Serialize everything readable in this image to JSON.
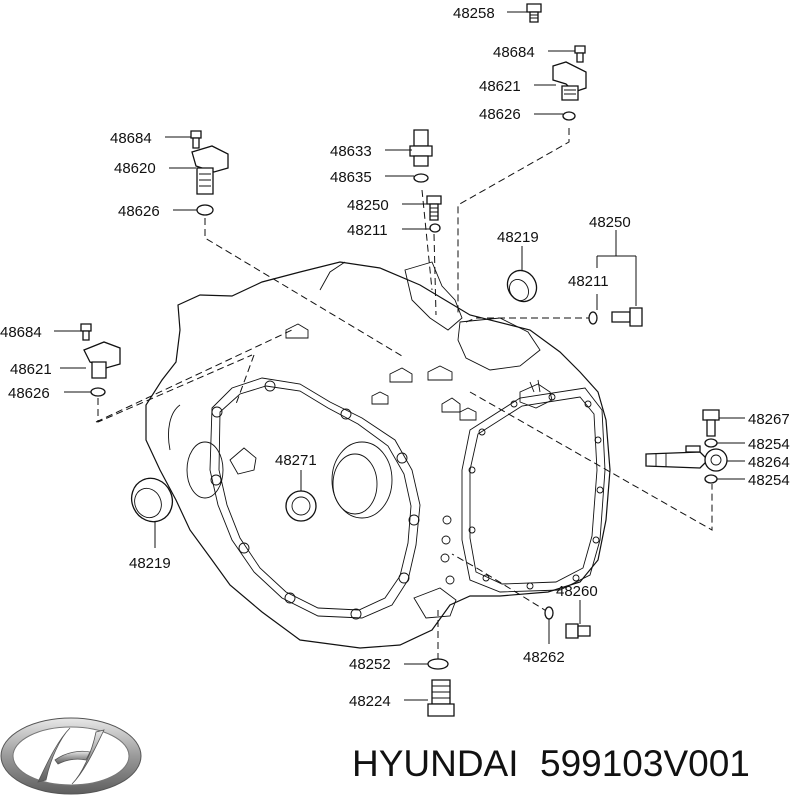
{
  "labels": [
    {
      "id": "p48258",
      "text": "48258"
    },
    {
      "id": "p48684a",
      "text": "48684"
    },
    {
      "id": "p48621a",
      "text": "48621"
    },
    {
      "id": "p48626a",
      "text": "48626"
    },
    {
      "id": "p48684b",
      "text": "48684"
    },
    {
      "id": "p48620",
      "text": "48620"
    },
    {
      "id": "p48626b",
      "text": "48626"
    },
    {
      "id": "p48633",
      "text": "48633"
    },
    {
      "id": "p48635",
      "text": "48635"
    },
    {
      "id": "p48250a",
      "text": "48250"
    },
    {
      "id": "p48211a",
      "text": "48211"
    },
    {
      "id": "p48219a",
      "text": "48219"
    },
    {
      "id": "p48250b",
      "text": "48250"
    },
    {
      "id": "p48211b",
      "text": "48211"
    },
    {
      "id": "p48684c",
      "text": "48684"
    },
    {
      "id": "p48621b",
      "text": "48621"
    },
    {
      "id": "p48626c",
      "text": "48626"
    },
    {
      "id": "p48267",
      "text": "48267"
    },
    {
      "id": "p48254a",
      "text": "48254"
    },
    {
      "id": "p48264",
      "text": "48264"
    },
    {
      "id": "p48254b",
      "text": "48254"
    },
    {
      "id": "p48271",
      "text": "48271"
    },
    {
      "id": "p48219b",
      "text": "48219"
    },
    {
      "id": "p48260",
      "text": "48260"
    },
    {
      "id": "p48262",
      "text": "48262"
    },
    {
      "id": "p48252",
      "text": "48252"
    },
    {
      "id": "p48224",
      "text": "48224"
    }
  ],
  "brand": {
    "name": "HYUNDAI",
    "part_number": "599103V001",
    "logo_icon": "hyundai-logo-icon"
  }
}
